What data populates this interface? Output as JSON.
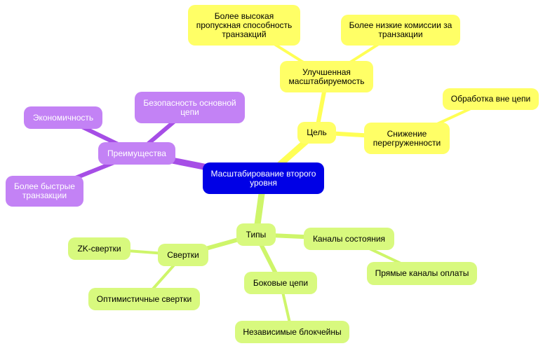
{
  "colors": {
    "root": "#0000e6",
    "purple": "#c382f5",
    "purple_edge": "#a64ee6",
    "yellow": "#ffff66",
    "yellow_edge": "#ffff55",
    "green": "#d8f97e",
    "green_edge": "#cef56a"
  },
  "nodes": {
    "root": "Масштабирование второго уровня",
    "benefits": "Преимущества",
    "security": "Безопасность основной цепи",
    "economy": "Экономичность",
    "faster": "Более быстрые транзакции",
    "goal": "Цель",
    "scalability": "Улучшенная масштабируемость",
    "throughput": "Более высокая пропускная способность транзакций",
    "fees": "Более низкие комиссии за транзакции",
    "congestion": "Снижение перегруженности",
    "offchain": "Обработка вне цепи",
    "types": "Типы",
    "rollups": "Свертки",
    "zk": "ZK-свертки",
    "optimistic": "Оптимистичные свертки",
    "sidechains": "Боковые цепи",
    "independent": "Независимые блокчейны",
    "channels": "Каналы состояния",
    "payment": "Прямые каналы оплаты"
  }
}
